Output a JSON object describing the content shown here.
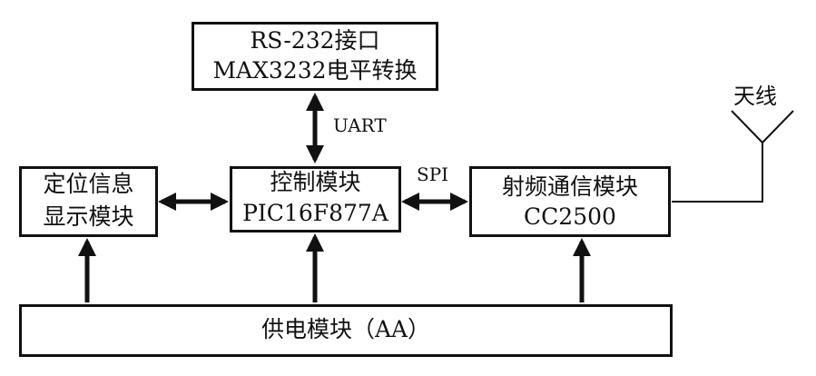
{
  "rs232": {
    "line1": "RS-232接口",
    "line2": "MAX3232电平转换"
  },
  "display": {
    "line1": "定位信息",
    "line2": "显示模块"
  },
  "control": {
    "line1": "控制模块",
    "line2": "PIC16F877A"
  },
  "rf": {
    "line1": "射频通信模块",
    "line2": "CC2500"
  },
  "power": {
    "label": "供电模块（AA）"
  },
  "links": {
    "uart": "UART",
    "spi": "SPI"
  },
  "antenna": {
    "label": "天线"
  }
}
